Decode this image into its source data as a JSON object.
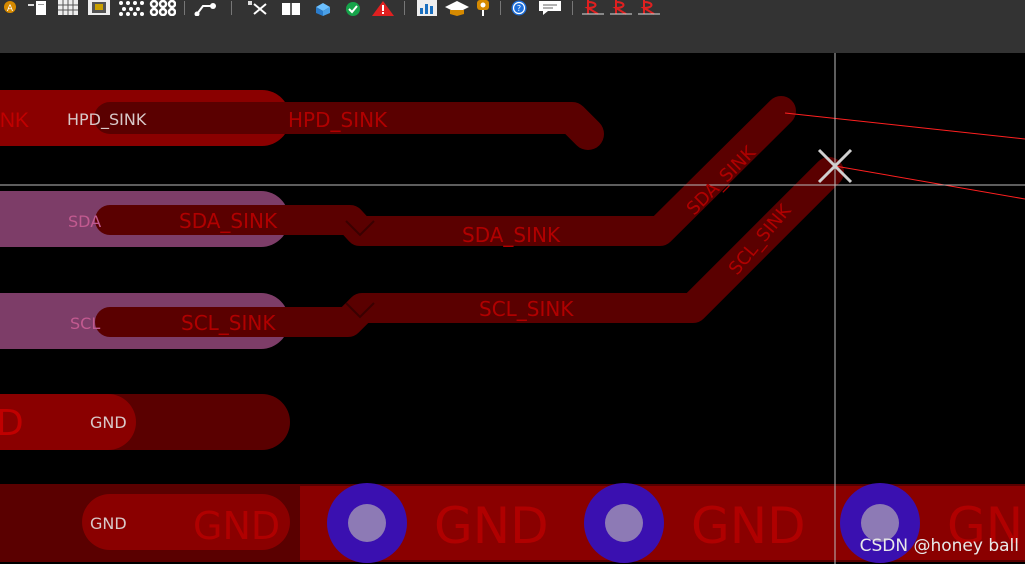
{
  "toolbar": {
    "icons": [
      "a-badge-icon",
      "document-icon",
      "grid-icon",
      "board-icon",
      "dotted-grid-icon",
      "circles-grid-icon",
      "route-icon",
      "cross-tool-icon",
      "book-icon",
      "cube-icon",
      "check-badge-icon",
      "warning-icon",
      "chart-icon",
      "graduation-cap-icon",
      "location-pin-icon",
      "help-icon",
      "comment-icon",
      "rf-tool-icon"
    ]
  },
  "pcb": {
    "colors": {
      "track": "#5a0000",
      "pad": "#8a0000",
      "pad_selected": "#7d3d68",
      "via_ring": "#3a10b0",
      "via_hole": "#8d7ab5",
      "label_track": "#b00000",
      "label_pad": "#d8c8c8",
      "ratsnest": "#ff2020"
    },
    "nets": {
      "hpd": "HPD_SINK",
      "hpd_partial": "INK",
      "sda": "SDA_SINK",
      "sda_partial": "SDA",
      "scl": "SCL_SINK",
      "scl_partial": "SCL",
      "gnd": "GND",
      "gnd_partial_left": "D",
      "gnd_partial_right": "GN"
    }
  },
  "watermark": "CSDN @honey ball"
}
